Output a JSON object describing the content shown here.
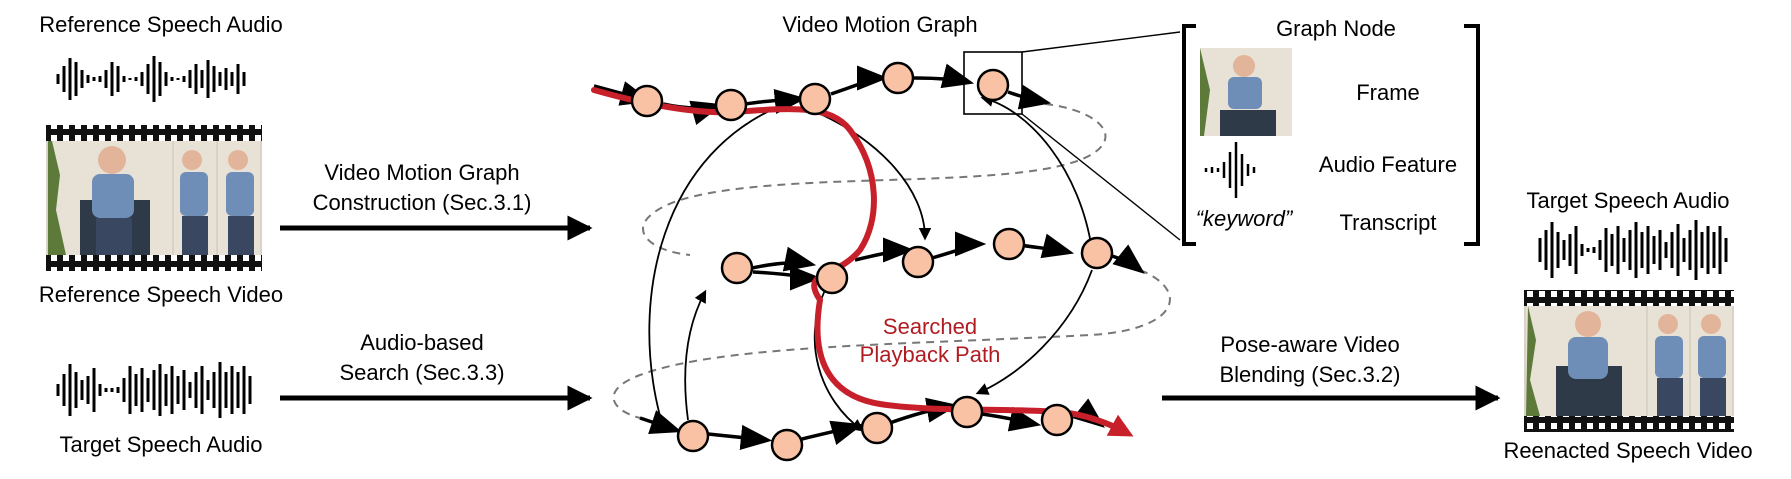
{
  "left": {
    "ref_audio_label": "Reference Speech Audio",
    "ref_video_label": "Reference Speech Video",
    "target_audio_label": "Target Speech Audio"
  },
  "arrows": {
    "construction_line1": "Video Motion Graph",
    "construction_line2": "Construction (Sec.3.1)",
    "search_line1": "Audio-based",
    "search_line2": "Search (Sec.3.3)",
    "blending_line1": "Pose-aware Video",
    "blending_line2": "Blending (Sec.3.2)"
  },
  "graph": {
    "title": "Video Motion Graph",
    "path_label_line1": "Searched",
    "path_label_line2": "Playback Path",
    "path_color": "#c8202a",
    "node_fill": "#f9c2a5"
  },
  "node_box": {
    "title": "Graph Node",
    "frame_label": "Frame",
    "audio_label": "Audio Feature",
    "transcript_label": "Transcript",
    "keyword": "“keyword”"
  },
  "right": {
    "target_audio_label": "Target Speech Audio",
    "reenacted_label": "Reenacted Speech Video"
  }
}
